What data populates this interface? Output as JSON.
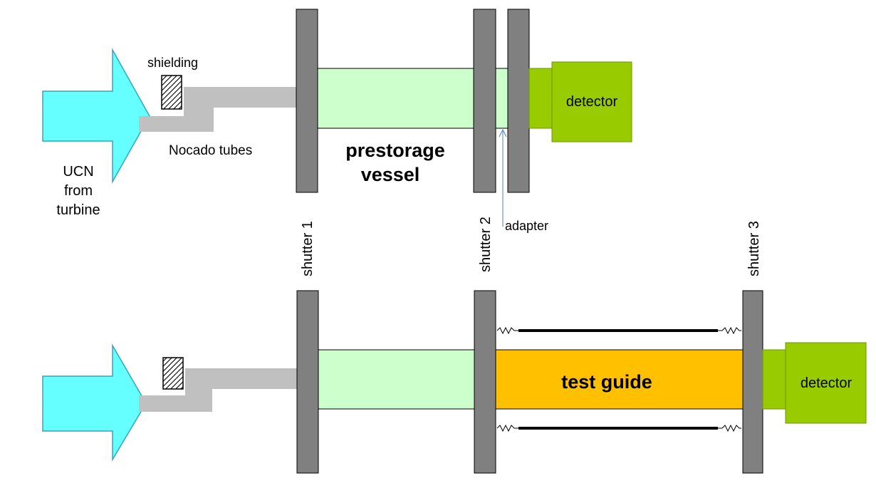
{
  "labels": {
    "shielding": "shielding",
    "nocado_tubes": "Nocado tubes",
    "ucn_line1": "UCN",
    "ucn_line2": "from",
    "ucn_line3": "turbine",
    "prestorage_line1": "prestorage",
    "prestorage_line2": "vessel",
    "detector_top": "detector",
    "adapter": "adapter",
    "shutter1": "shutter 1",
    "shutter2": "shutter 2",
    "shutter3": "shutter 3",
    "test_guide": "test guide",
    "detector_bottom": "detector"
  },
  "colors": {
    "arrow_fill": "#66ffff",
    "arrow_stroke": "#33a6b8",
    "tube": "#c0c0c0",
    "shutter": "#808080",
    "vessel": "#ccffcc",
    "detector_fill": "#99cc00",
    "detector_stroke": "#6e9400",
    "test_guide": "#ffc000",
    "adapter_line": "#4f81bd"
  }
}
